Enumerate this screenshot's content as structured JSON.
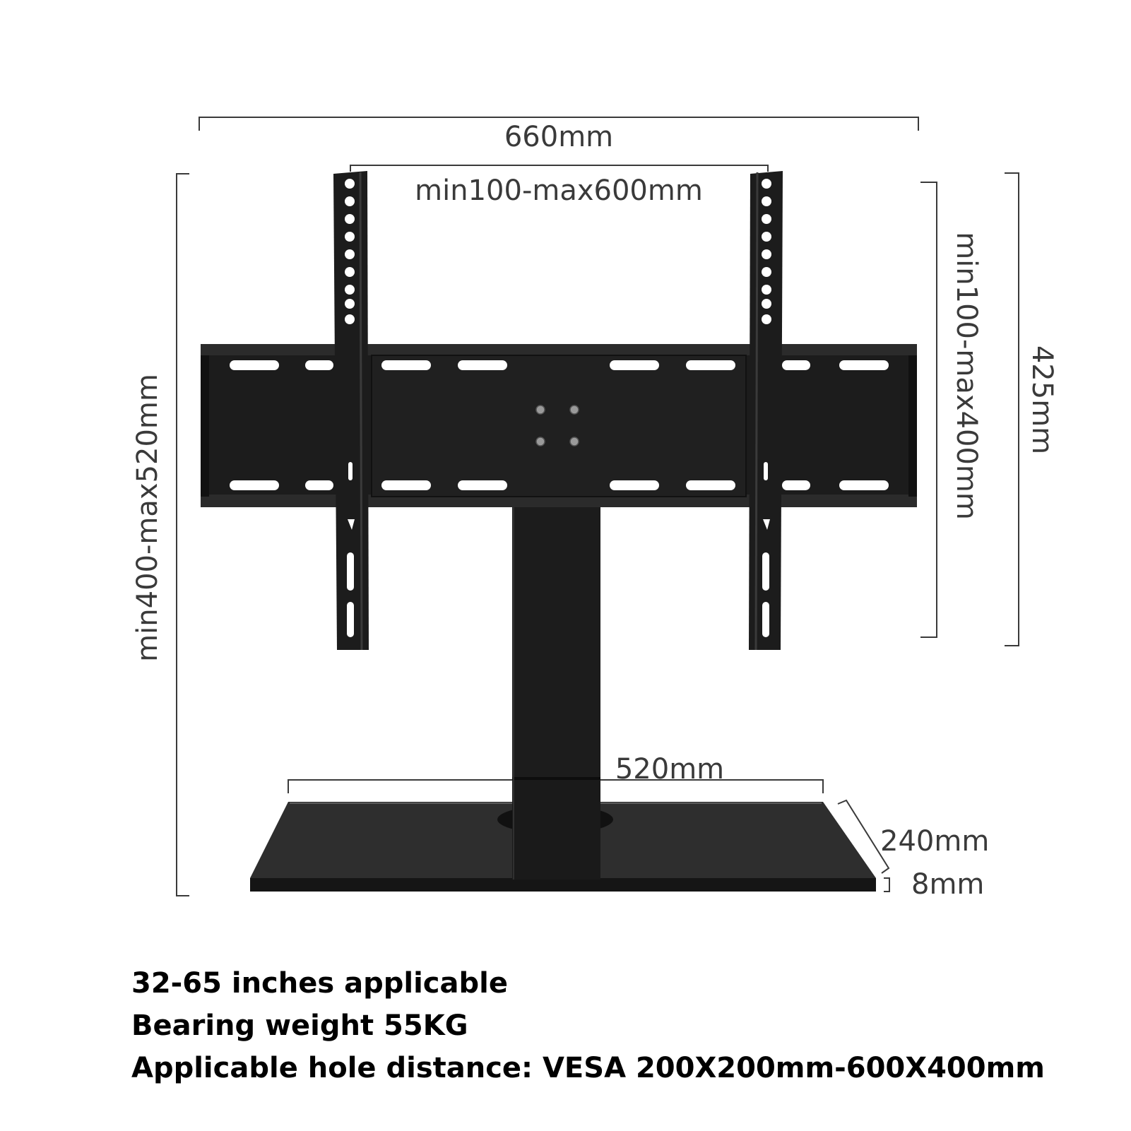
{
  "dimensions": {
    "overall_width": "660mm",
    "vesa_horizontal": "min100-max600mm",
    "vesa_vertical": "min100-max400mm",
    "bracket_height": "425mm",
    "total_height": "min400-max520mm",
    "base_width": "520mm",
    "base_depth": "240mm",
    "base_thickness": "8mm"
  },
  "specs": {
    "screen_size": "32-65 inches applicable",
    "load": "Bearing weight 55KG",
    "vesa": "Applicable hole distance: VESA 200X200mm-600X400mm"
  },
  "colors": {
    "metal": "#1c1c1c",
    "metal_edge": "#3a3a3a",
    "slot": "#ffffff",
    "dimension": "#3a3a3a",
    "glass": "#2e2e2e"
  }
}
